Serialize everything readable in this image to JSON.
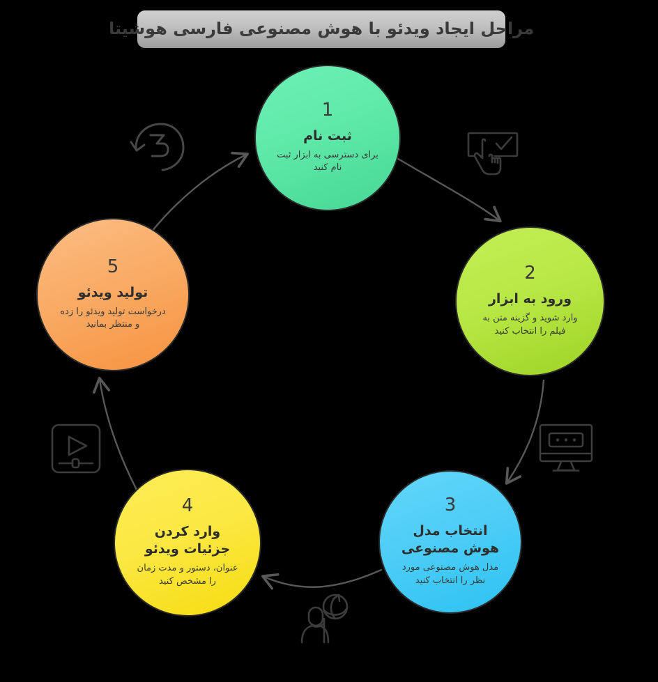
{
  "title": {
    "text": "مراحل ایجاد ویدئو با هوش مصنوعی فارسی هوشیتا"
  },
  "colors": {
    "background": "#000000",
    "banner_light": "#cfcfcf",
    "banner_dark": "#9d9d9d",
    "stroke": "#2b2b2b",
    "arrow": "#585858",
    "icon": "#3c3c3c",
    "step1": "#5fe9a9",
    "step2": "#b8e846",
    "step3": "#4ecdf7",
    "step4": "#fbe843",
    "step5": "#f9ab65"
  },
  "steps": [
    {
      "number": "1",
      "heading": "ثبت نام",
      "desc": "برای دسترسی به ابزار ثبت نام کنید",
      "color": "#5fe9a9"
    },
    {
      "number": "2",
      "heading": "ورود به ابزار",
      "desc": "وارد شوید و گزینه متن به فیلم را انتخاب کنید",
      "color": "#b8e846"
    },
    {
      "number": "3",
      "heading": "انتخاب مدل هوش مصنوعی",
      "desc": "مدل هوش مصنوعی مورد نظر را انتخاب کنید",
      "color": "#4ecdf7"
    },
    {
      "number": "4",
      "heading": "وارد کردن جزئیات ویدئو",
      "desc": "عنوان، دستور و مدت زمان را مشخص کنید",
      "color": "#fbe843"
    },
    {
      "number": "5",
      "heading": "تولید ویدئو",
      "desc": "درخواست تولید ویدئو را زده و منتظر بمانید",
      "color": "#f9ab65"
    }
  ],
  "icons": [
    {
      "name": "refresh-loop-icon",
      "label": "3"
    },
    {
      "name": "hand-click-checkbox-icon",
      "label": ""
    },
    {
      "name": "monitor-password-icon",
      "label": ""
    },
    {
      "name": "person-globe-icon",
      "label": ""
    },
    {
      "name": "video-player-icon",
      "label": ""
    }
  ],
  "flow": {
    "connections": [
      "1-to-2",
      "2-to-3",
      "3-to-4",
      "4-to-5",
      "5-to-1"
    ]
  }
}
